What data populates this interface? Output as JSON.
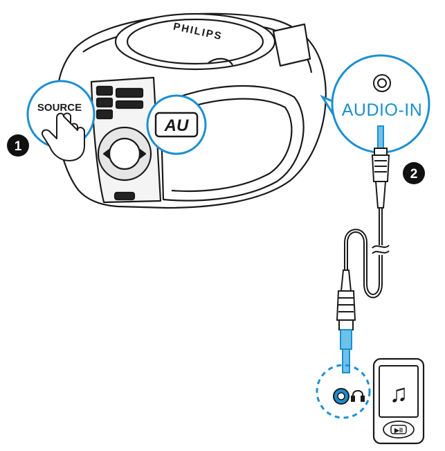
{
  "diagram": {
    "brand_label": "PHILIPS",
    "source_label": "SOURCE",
    "display_text": "AU",
    "audio_in_label": "AUDIO-IN",
    "step1_number": "1",
    "step2_number": "2",
    "play_pause_symbol": "▶II",
    "music_note_symbol": "♫",
    "headphone_symbol": "🎧"
  },
  "colors": {
    "line": "#1a1a1a",
    "accent_blue": "#1b8fd0",
    "light_blue": "#6ec1ea",
    "badge": "#111111"
  },
  "icons": [
    "hand-pointer-icon",
    "headphone-icon",
    "music-note-icon",
    "audio-in-jack-icon"
  ]
}
